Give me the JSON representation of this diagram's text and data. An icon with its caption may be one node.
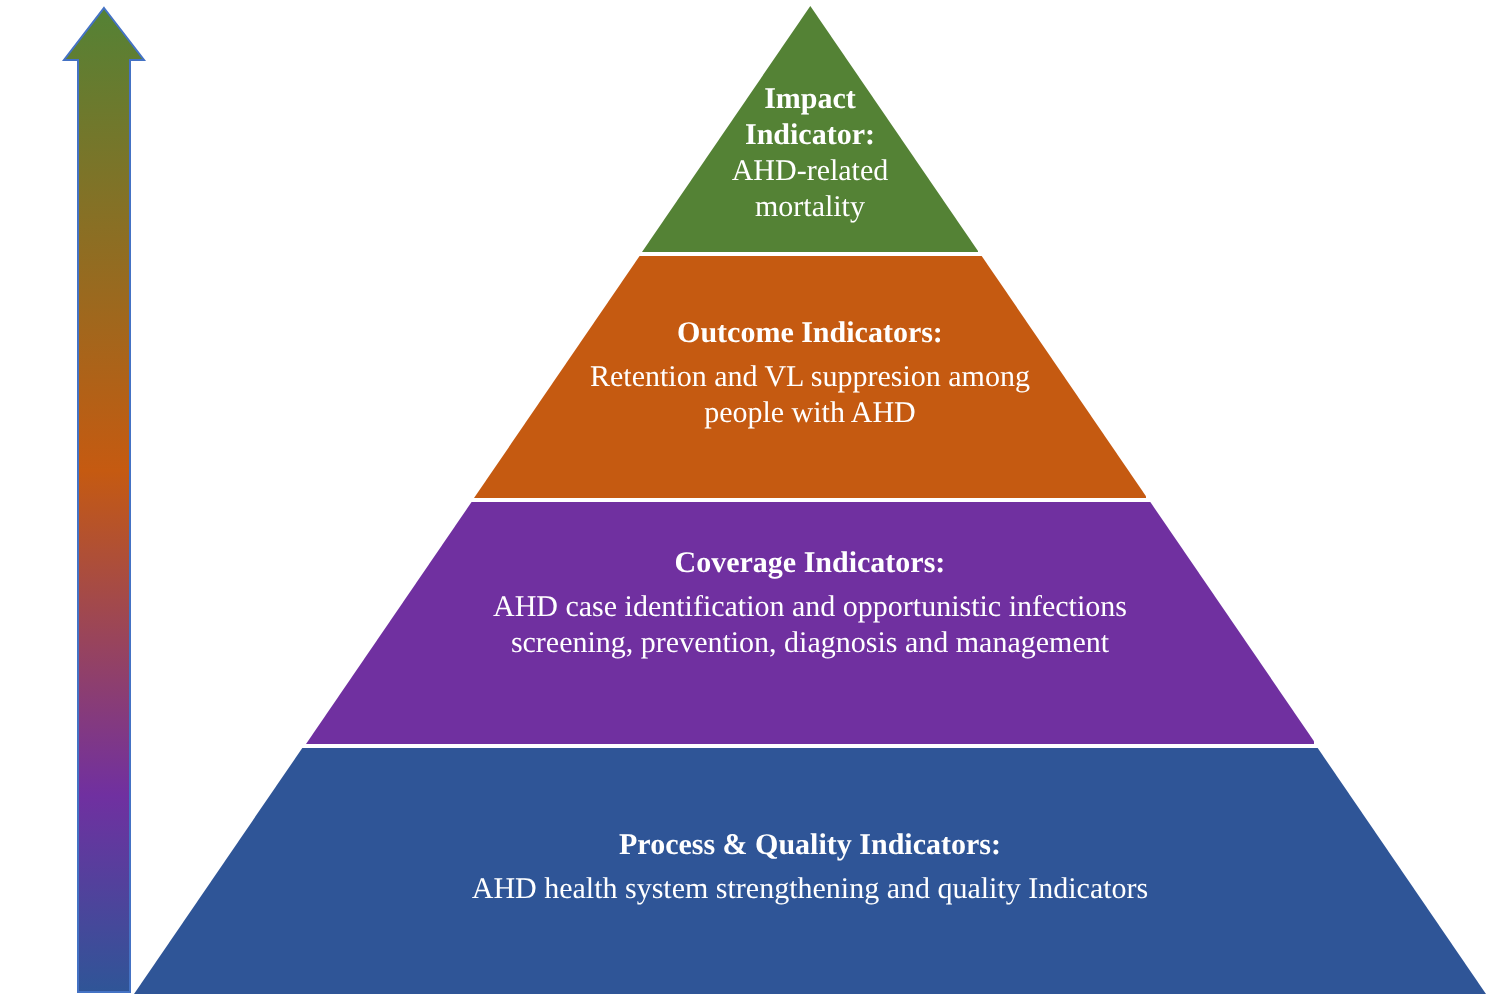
{
  "diagram": {
    "nodes": [
      {
        "text": [
          "Impact Indicator:",
          "AHD-related mortality"
        ]
      },
      {
        "text": [
          "Outcome Indicators:",
          "Retention and VL suppresion among people with AHD"
        ]
      },
      {
        "text": [
          "Coverage Indicators:",
          "AHD case identification and opportunistic infections screening, prevention, diagnosis and management"
        ]
      },
      {
        "text": [
          "Process & Quality Indicators:",
          "AHD health system strengthening and quality Indicators"
        ]
      }
    ]
  }
}
